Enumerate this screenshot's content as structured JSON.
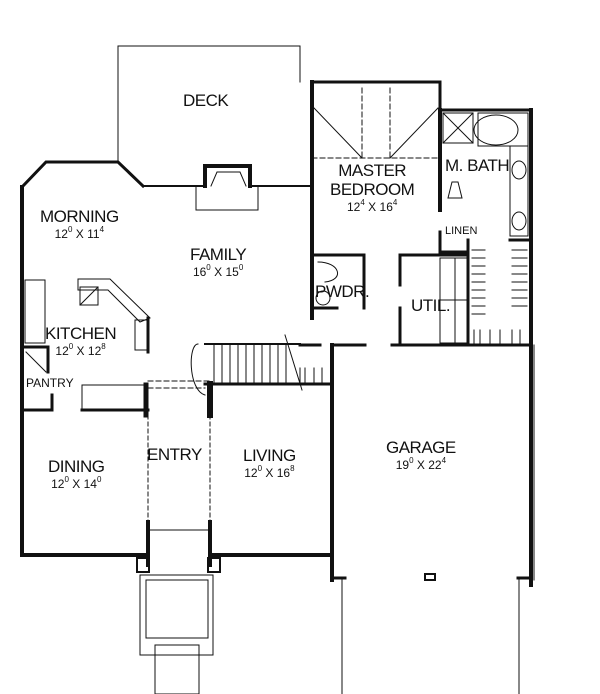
{
  "plan": {
    "rooms": {
      "deck": {
        "name": "DECK"
      },
      "morning": {
        "name": "MORNING",
        "w": "12",
        "wi": "0",
        "l": "11",
        "li": "4"
      },
      "family": {
        "name": "FAMILY",
        "w": "16",
        "wi": "0",
        "l": "15",
        "li": "0"
      },
      "master": {
        "name1": "MASTER",
        "name2": "BEDROOM",
        "w": "12",
        "wi": "4",
        "l": "16",
        "li": "4"
      },
      "mbath": {
        "name": "M. BATH"
      },
      "linen": {
        "name": "LINEN"
      },
      "pwdr": {
        "name": "PWDR."
      },
      "util": {
        "name": "UTIL."
      },
      "kitchen": {
        "name": "KITCHEN",
        "w": "12",
        "wi": "0",
        "l": "12",
        "li": "8"
      },
      "pantry": {
        "name": "PANTRY"
      },
      "dining": {
        "name": "DINING",
        "w": "12",
        "wi": "0",
        "l": "14",
        "li": "0"
      },
      "entry": {
        "name": "ENTRY"
      },
      "living": {
        "name": "LIVING",
        "w": "12",
        "wi": "0",
        "l": "16",
        "li": "8"
      },
      "garage": {
        "name": "GARAGE",
        "w": "19",
        "wi": "0",
        "l": "22",
        "li": "4"
      }
    },
    "dimension_separator": "X"
  }
}
